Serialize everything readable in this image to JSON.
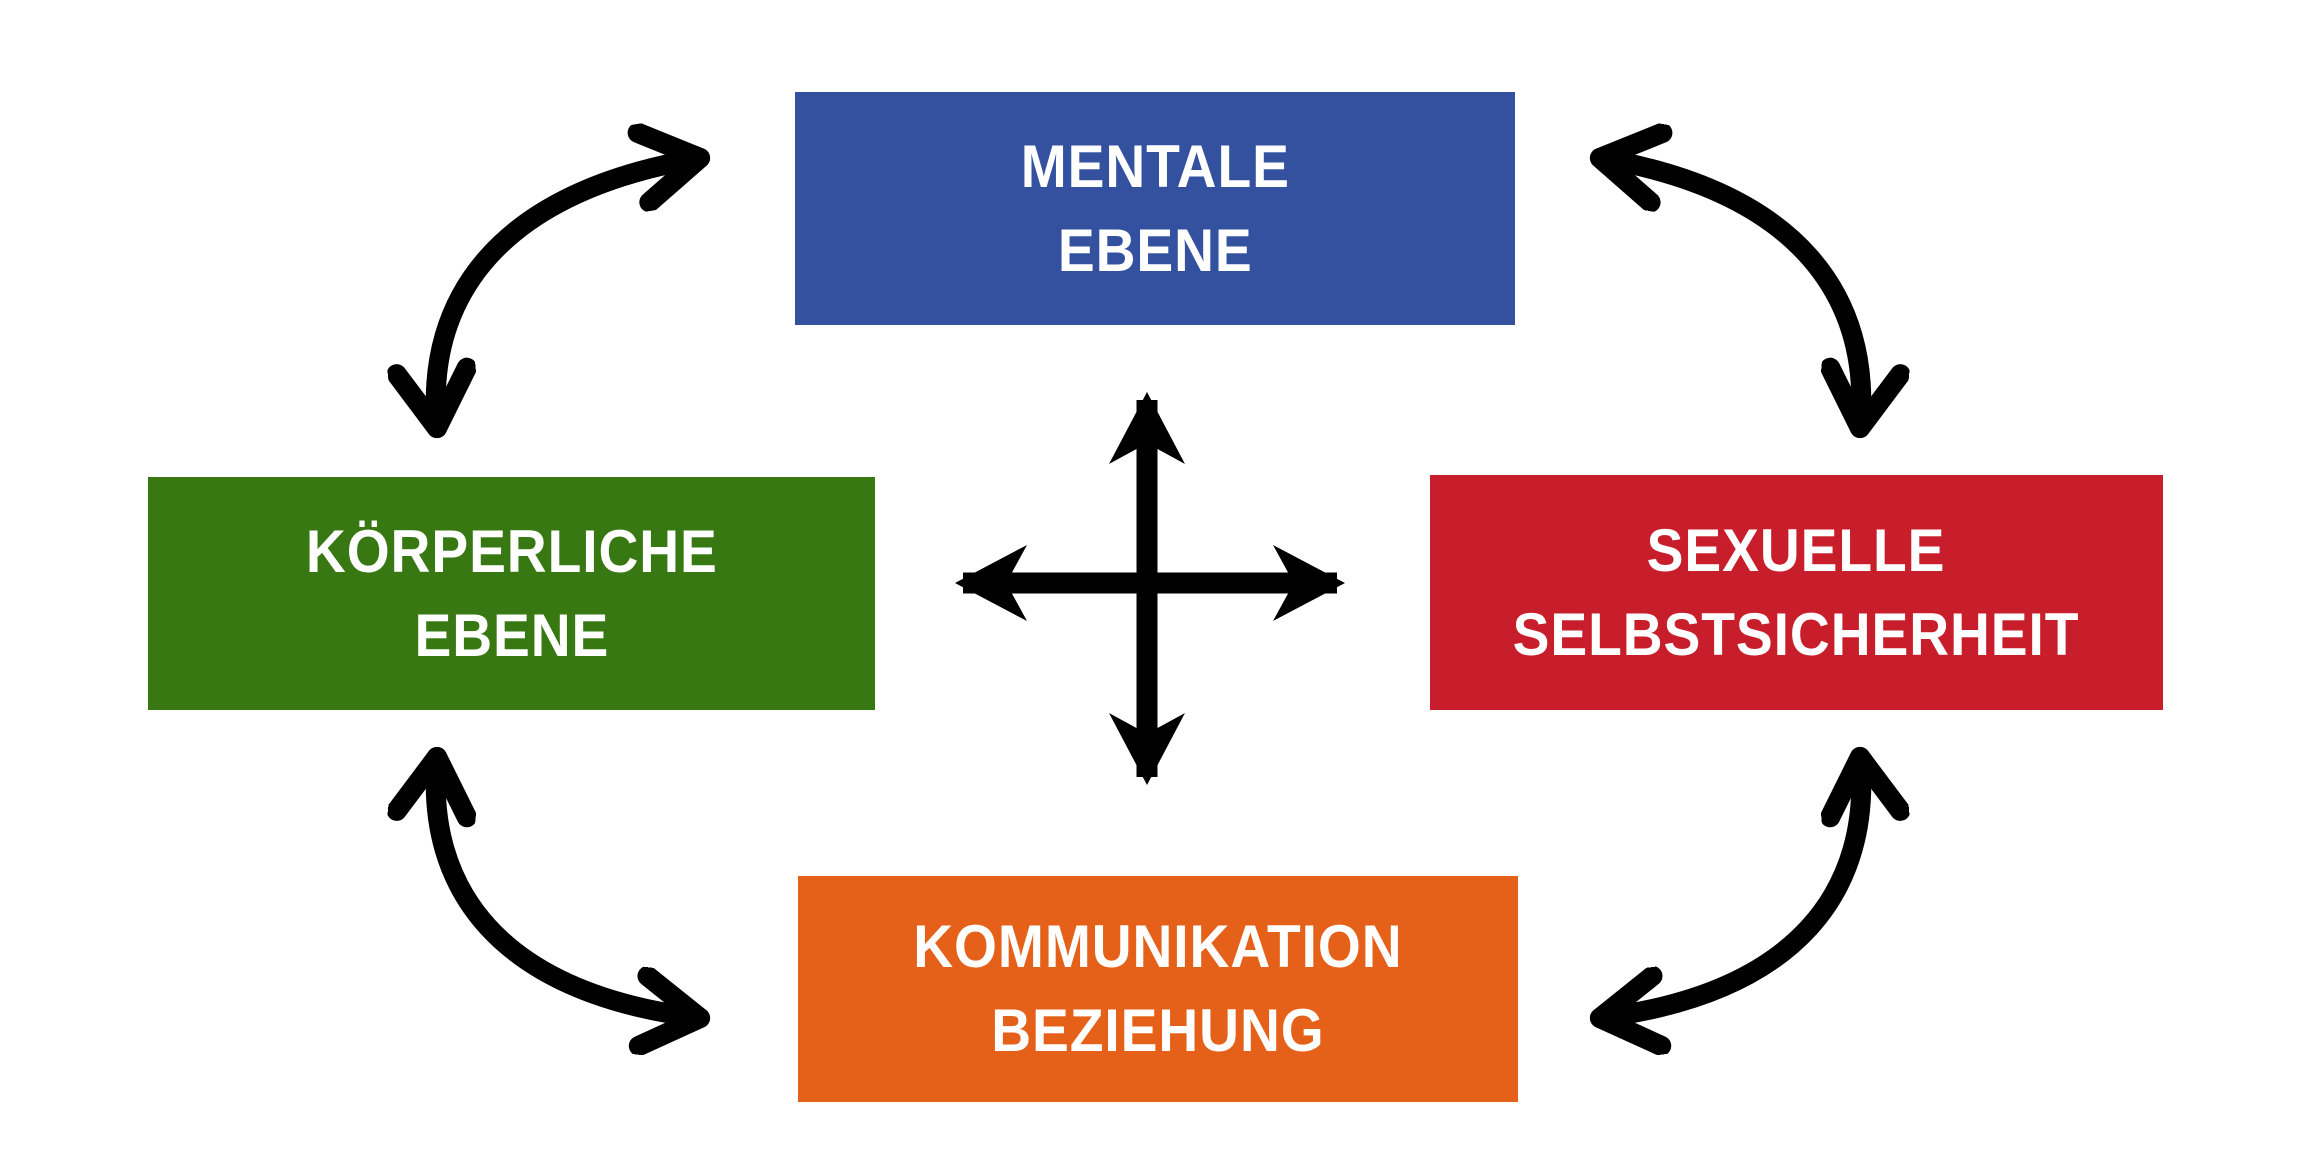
{
  "diagram": {
    "background_color": "#ffffff",
    "arrow_color": "#000000",
    "nodes": [
      {
        "id": "mentale-ebene",
        "position": "top",
        "line1": "MENTALE",
        "line2": "EBENE",
        "color": "#33519f",
        "text_color": "#ffffff"
      },
      {
        "id": "koerperliche-ebene",
        "position": "left",
        "line1": "KÖRPERLICHE",
        "line2": "EBENE",
        "color": "#387813",
        "text_color": "#ffffff"
      },
      {
        "id": "sexuelle-selbstsicherheit",
        "position": "right",
        "line1": "SEXUELLE",
        "line2": "SELBSTSICHERHEIT",
        "color": "#c81e2b",
        "text_color": "#ffffff"
      },
      {
        "id": "kommunikation-beziehung",
        "position": "bottom",
        "line1": "KOMMUNIKATION",
        "line2": "BEZIEHUNG",
        "color": "#e5611a",
        "text_color": "#ffffff"
      }
    ],
    "connections": [
      {
        "from": "koerperliche-ebene",
        "to": "mentale-ebene",
        "style": "curved",
        "direction": "bidirectional"
      },
      {
        "from": "mentale-ebene",
        "to": "sexuelle-selbstsicherheit",
        "style": "curved",
        "direction": "bidirectional"
      },
      {
        "from": "koerperliche-ebene",
        "to": "kommunikation-beziehung",
        "style": "curved",
        "direction": "bidirectional"
      },
      {
        "from": "kommunikation-beziehung",
        "to": "sexuelle-selbstsicherheit",
        "style": "curved",
        "direction": "bidirectional"
      },
      {
        "id": "center",
        "style": "four-way-cross",
        "direction": "all-four-bidirectional"
      }
    ]
  }
}
